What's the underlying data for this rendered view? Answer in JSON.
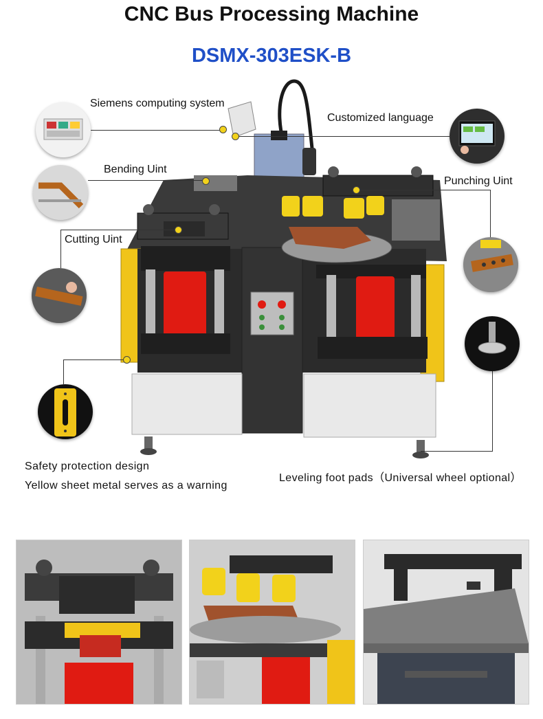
{
  "header": {
    "title": "CNC Bus Processing Machine",
    "model": "DSMX-303ESK-B"
  },
  "callouts": {
    "siemens": "Siemens computing system",
    "language": "Customized language",
    "bending": "Bending Uint",
    "punching": "Punching Uint",
    "cutting": "Cutting Uint"
  },
  "bottom": {
    "safety_title": "Safety protection design",
    "safety_desc": "Yellow sheet metal serves as a warning",
    "leveling": "Leveling foot pads（Universal wheel optional）"
  },
  "colors": {
    "accent_blue": "#1f4fc7",
    "machine_black": "#2b2b2b",
    "cylinder_red": "#e01b12",
    "safety_yellow": "#f0c419",
    "copper": "#a0522d",
    "panel_white": "#e9e9e9"
  },
  "icons": [
    "warning-sign-icon"
  ]
}
